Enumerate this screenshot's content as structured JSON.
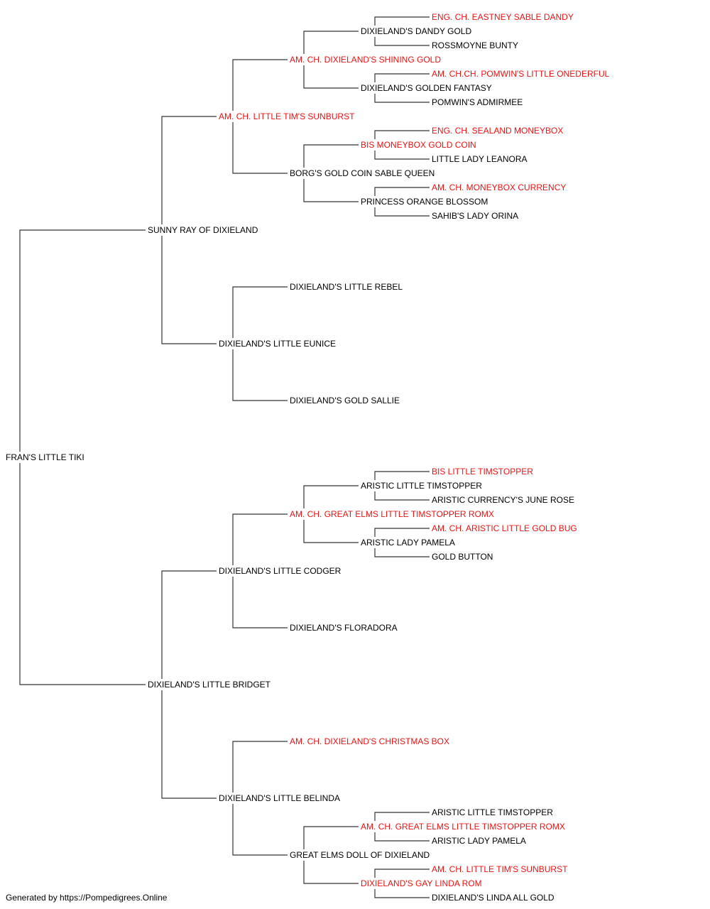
{
  "colors": {
    "champion": "#ee1111",
    "normal": "#000000",
    "line": "#333333"
  },
  "pedigree": {
    "name": "FRAN'S LITTLE TIKI",
    "sire": {
      "name": "SUNNY RAY OF DIXIELAND",
      "sire": {
        "name": "AM. CH. LITTLE TIM'S SUNBURST",
        "champion": true,
        "sire": {
          "name": "AM. CH. DIXIELAND'S SHINING GOLD",
          "champion": true,
          "sire": {
            "name": "DIXIELAND'S DANDY GOLD",
            "sire": {
              "name": "ENG. CH. EASTNEY SABLE DANDY",
              "champion": true
            },
            "dam": {
              "name": "ROSSMOYNE BUNTY"
            }
          },
          "dam": {
            "name": "DIXIELAND'S GOLDEN FANTASY",
            "sire": {
              "name": "AM. CH.CH. POMWIN'S LITTLE ONEDERFUL",
              "champion": true
            },
            "dam": {
              "name": "POMWIN'S ADMIRMEE"
            }
          }
        },
        "dam": {
          "name": "BORG'S GOLD COIN SABLE QUEEN",
          "sire": {
            "name": "BIS MONEYBOX GOLD COIN",
            "champion": true,
            "sire": {
              "name": "ENG. CH. SEALAND MONEYBOX",
              "champion": true
            },
            "dam": {
              "name": "LITTLE LADY LEANORA"
            }
          },
          "dam": {
            "name": "PRINCESS ORANGE BLOSSOM",
            "sire": {
              "name": "AM. CH. MONEYBOX CURRENCY",
              "champion": true
            },
            "dam": {
              "name": "SAHIB'S LADY ORINA"
            }
          }
        }
      },
      "dam": {
        "name": "DIXIELAND'S LITTLE EUNICE",
        "sire": {
          "name": "DIXIELAND'S LITTLE REBEL"
        },
        "dam": {
          "name": "DIXIELAND'S GOLD SALLIE"
        }
      }
    },
    "dam": {
      "name": "DIXIELAND'S LITTLE BRIDGET",
      "sire": {
        "name": "DIXIELAND'S LITTLE CODGER",
        "sire": {
          "name": "AM. CH. GREAT ELMS LITTLE TIMSTOPPER ROMX",
          "champion": true,
          "sire": {
            "name": "ARISTIC LITTLE TIMSTOPPER",
            "sire": {
              "name": "BIS LITTLE TIMSTOPPER",
              "champion": true
            },
            "dam": {
              "name": "ARISTIC CURRENCY'S JUNE ROSE"
            }
          },
          "dam": {
            "name": "ARISTIC LADY PAMELA",
            "sire": {
              "name": "AM. CH. ARISTIC LITTLE GOLD BUG",
              "champion": true
            },
            "dam": {
              "name": "GOLD BUTTON"
            }
          }
        },
        "dam": {
          "name": "DIXIELAND'S FLORADORA"
        }
      },
      "dam": {
        "name": "DIXIELAND'S LITTLE BELINDA",
        "sire": {
          "name": "AM. CH. DIXIELAND'S CHRISTMAS BOX",
          "champion": true
        },
        "dam": {
          "name": "GREAT ELMS DOLL OF DIXIELAND",
          "sire": {
            "name": "AM. CH. GREAT ELMS LITTLE TIMSTOPPER ROMX",
            "champion": true,
            "sire": {
              "name": "ARISTIC LITTLE TIMSTOPPER"
            },
            "dam": {
              "name": "ARISTIC LADY PAMELA"
            }
          },
          "dam": {
            "name": "DIXIELAND'S GAY LINDA ROM",
            "champion": true,
            "sire": {
              "name": "AM. CH. LITTLE TIM'S SUNBURST",
              "champion": true
            },
            "dam": {
              "name": "DIXIELAND'S LINDA ALL GOLD"
            }
          }
        }
      }
    }
  },
  "footer": {
    "text": "Generated by https://Pompedigrees.Online"
  }
}
